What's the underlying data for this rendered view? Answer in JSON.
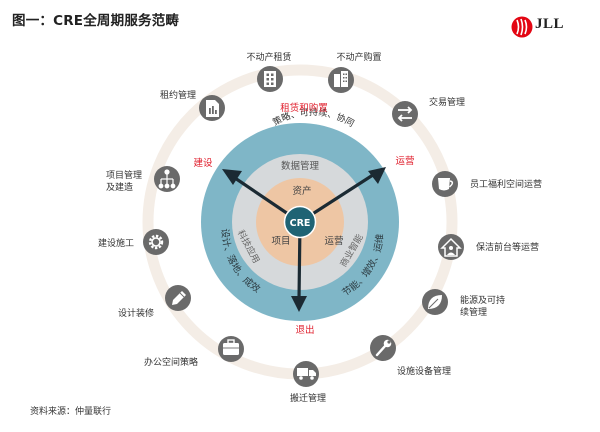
{
  "title": "图一：CRE全周期服务范畴",
  "brand": "JLL",
  "source": "资料来源：仲量联行",
  "core": "CRE",
  "inner": {
    "top": "资产",
    "left": "项目",
    "right": "运营"
  },
  "ring_titles": {
    "top": "数据管理",
    "left": "科技应用",
    "right": "商业智能"
  },
  "outer_ring": {
    "top": "策略、可持续、协同",
    "left": "设计、落地、成效",
    "right": "节能、增效、运维"
  },
  "phases": {
    "top": "租赁和购置",
    "left": "建设",
    "right": "运营",
    "bottom": "退出"
  },
  "services": [
    {
      "label": "不动产租赁",
      "icon": "building-icon"
    },
    {
      "label": "不动产购置",
      "icon": "buildings-icon"
    },
    {
      "label": "交易管理",
      "icon": "exchange-icon"
    },
    {
      "label": "员工福利空间运营",
      "icon": "coffee-cup-icon"
    },
    {
      "label": "保洁前台等运营",
      "icon": "house-person-icon"
    },
    {
      "label": "能源及可持续管理",
      "icon": "leaf-icon"
    },
    {
      "label": "设施设备管理",
      "icon": "wrench-icon"
    },
    {
      "label": "搬迁管理",
      "icon": "truck-icon"
    },
    {
      "label": "办公空间策略",
      "icon": "briefcase-icon"
    },
    {
      "label": "设计装修",
      "icon": "pencil-icon"
    },
    {
      "label": "建设施工",
      "icon": "gear-icon"
    },
    {
      "label": "项目管理及建造",
      "icon": "hierarchy-icon"
    },
    {
      "label": "租约管理",
      "icon": "document-icon"
    }
  ],
  "colors": {
    "outer_blue": "#7FB6C7",
    "mid_grey": "#D6D9DB",
    "inner_peach": "#EEC6A4",
    "core_teal": "#1F6374",
    "phase_red": "#E0202E",
    "ring_track": "#F4EDE6",
    "icon_fill": "#6A6A6A",
    "logo_red": "#E30613"
  }
}
